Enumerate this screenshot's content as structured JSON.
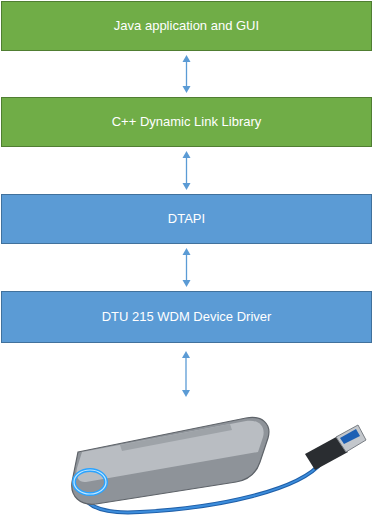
{
  "diagram": {
    "nodes": [
      {
        "text": [
          "Java application and GUI"
        ]
      },
      {
        "text": [
          "C++ Dynamic Link Library"
        ]
      },
      {
        "text": [
          "DTAPI"
        ]
      },
      {
        "text": [
          "DTU 215 WDM Device Driver"
        ]
      }
    ],
    "edges": [
      {
        "from": 0,
        "to": 1,
        "arrow": "both"
      },
      {
        "from": 1,
        "to": 2,
        "arrow": "both"
      },
      {
        "from": 2,
        "to": 3,
        "arrow": "both"
      }
    ]
  }
}
